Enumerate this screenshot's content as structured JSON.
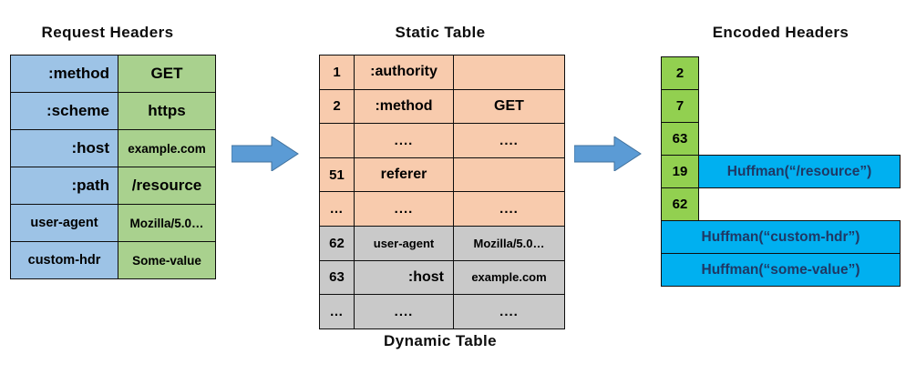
{
  "titles": {
    "request_headers": "Request Headers",
    "static_table": "Static Table",
    "dynamic_table": "Dynamic Table",
    "encoded_headers": "Encoded Headers"
  },
  "colors": {
    "header_key_blue": "#9DC3E6",
    "header_value_green": "#A9D18E",
    "static_peach": "#F8CBAD",
    "dynamic_gray": "#C9C9C9",
    "index_green": "#92D050",
    "huffman_blue": "#00B0F0",
    "arrow_blue": "#5B9BD5",
    "border": "#0D0D0D"
  },
  "request_headers": {
    "rows": [
      {
        "name": ":method",
        "value": "GET",
        "name_small": false,
        "value_small": false
      },
      {
        "name": ":scheme",
        "value": "https",
        "name_small": false,
        "value_small": false
      },
      {
        "name": ":host",
        "value": "example.com",
        "name_small": false,
        "value_small": true
      },
      {
        "name": ":path",
        "value": "/resource",
        "name_small": false,
        "value_small": false
      },
      {
        "name": "user-agent",
        "value": "Mozilla/5.0…",
        "name_small": true,
        "value_small": true
      },
      {
        "name": "custom-hdr",
        "value": "Some-value",
        "name_small": true,
        "value_small": true
      }
    ]
  },
  "static_table": {
    "rows": [
      {
        "index": "1",
        "name": ":authority",
        "value": "",
        "section": "static",
        "name_right": false,
        "small": false
      },
      {
        "index": "2",
        "name": ":method",
        "value": "GET",
        "section": "static",
        "name_right": false,
        "small": false
      },
      {
        "index": "",
        "name": "....",
        "value": "....",
        "section": "static",
        "name_right": false,
        "small": false,
        "dots": true
      },
      {
        "index": "51",
        "name": "referer",
        "value": "",
        "section": "static",
        "name_right": false,
        "small": false
      },
      {
        "index": "…",
        "name": "....",
        "value": "....",
        "section": "static",
        "name_right": false,
        "small": false,
        "dots": true
      },
      {
        "index": "62",
        "name": "user-agent",
        "value": "Mozilla/5.0…",
        "section": "dynamic",
        "name_right": false,
        "small": true
      },
      {
        "index": "63",
        "name": ":host",
        "value": "example.com",
        "section": "dynamic",
        "name_right": true,
        "small": false,
        "value_small": true
      },
      {
        "index": "…",
        "name": "....",
        "value": "....",
        "section": "dynamic",
        "name_right": false,
        "small": false,
        "dots": true
      }
    ]
  },
  "encoded_headers": {
    "rows": [
      {
        "index": "2",
        "huffman": ""
      },
      {
        "index": "7",
        "huffman": ""
      },
      {
        "index": "63",
        "huffman": ""
      },
      {
        "index": "19",
        "huffman": "Huffman(“/resource”)"
      },
      {
        "index": "62",
        "huffman": ""
      },
      {
        "index": "",
        "huffman": "Huffman(“custom-hdr”)"
      },
      {
        "index": "",
        "huffman": "Huffman(“some-value”)"
      }
    ]
  },
  "arrows": [
    {
      "name": "arrow-headers-to-table"
    },
    {
      "name": "arrow-table-to-encoded"
    }
  ]
}
